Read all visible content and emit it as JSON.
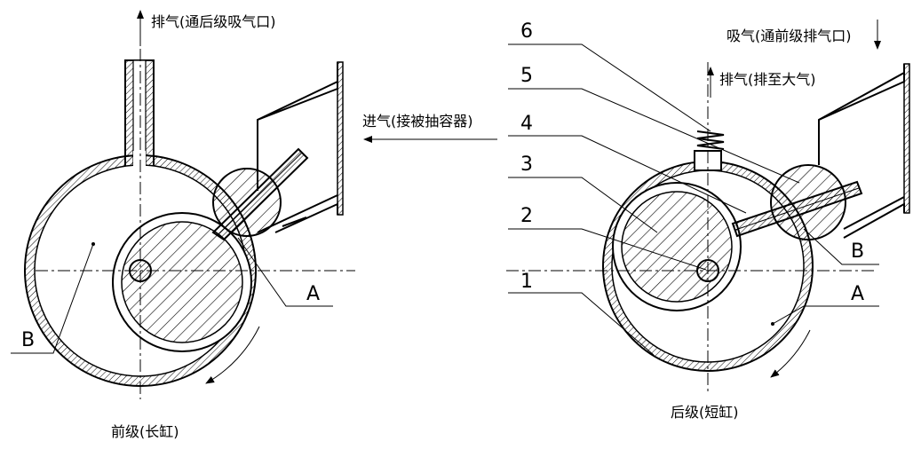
{
  "left": {
    "exhaust_label": "排气(通后级吸气口)",
    "intake_label": "进气(接被抽容器)",
    "caption": "前级(长缸)",
    "label_A": "A",
    "label_B": "B"
  },
  "right": {
    "intake_label": "吸气(通前级排气口)",
    "exhaust_label": "排气(排至大气)",
    "caption": "后级(短缸)",
    "label_A": "A",
    "label_B": "B",
    "numbers": [
      "1",
      "2",
      "3",
      "4",
      "5",
      "6"
    ]
  }
}
